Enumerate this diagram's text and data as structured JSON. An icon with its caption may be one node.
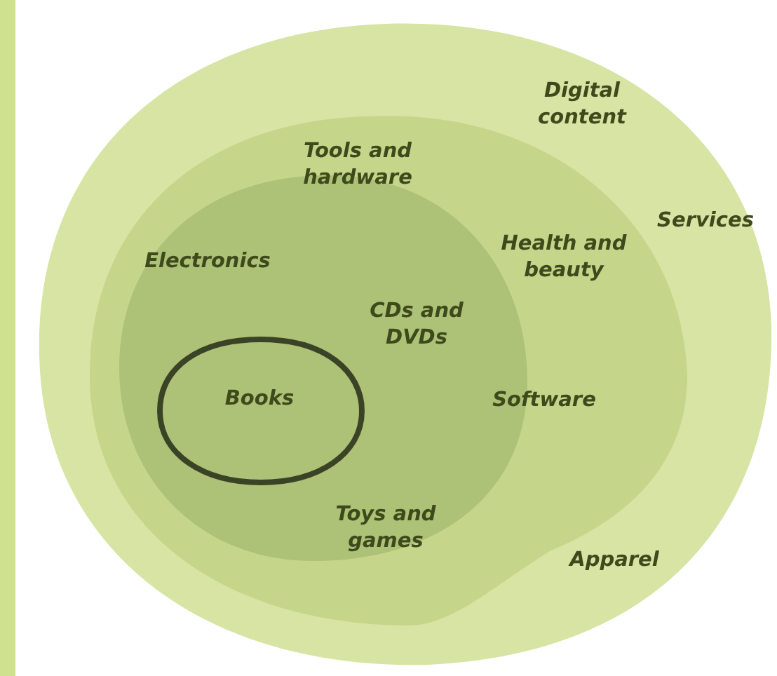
{
  "diagram": {
    "nodes": [
      {
        "text": [
          "Digital content",
          "Services",
          "Apparel"
        ]
      },
      {
        "text": [
          "Tools and hardware",
          "Health and beauty",
          "Software"
        ],
        "in": 0
      },
      {
        "text": [
          "Electronics",
          "CDs and DVDs",
          "Toys and games"
        ],
        "in": 1
      },
      {
        "text": [
          "Books"
        ],
        "in": 2
      }
    ]
  }
}
